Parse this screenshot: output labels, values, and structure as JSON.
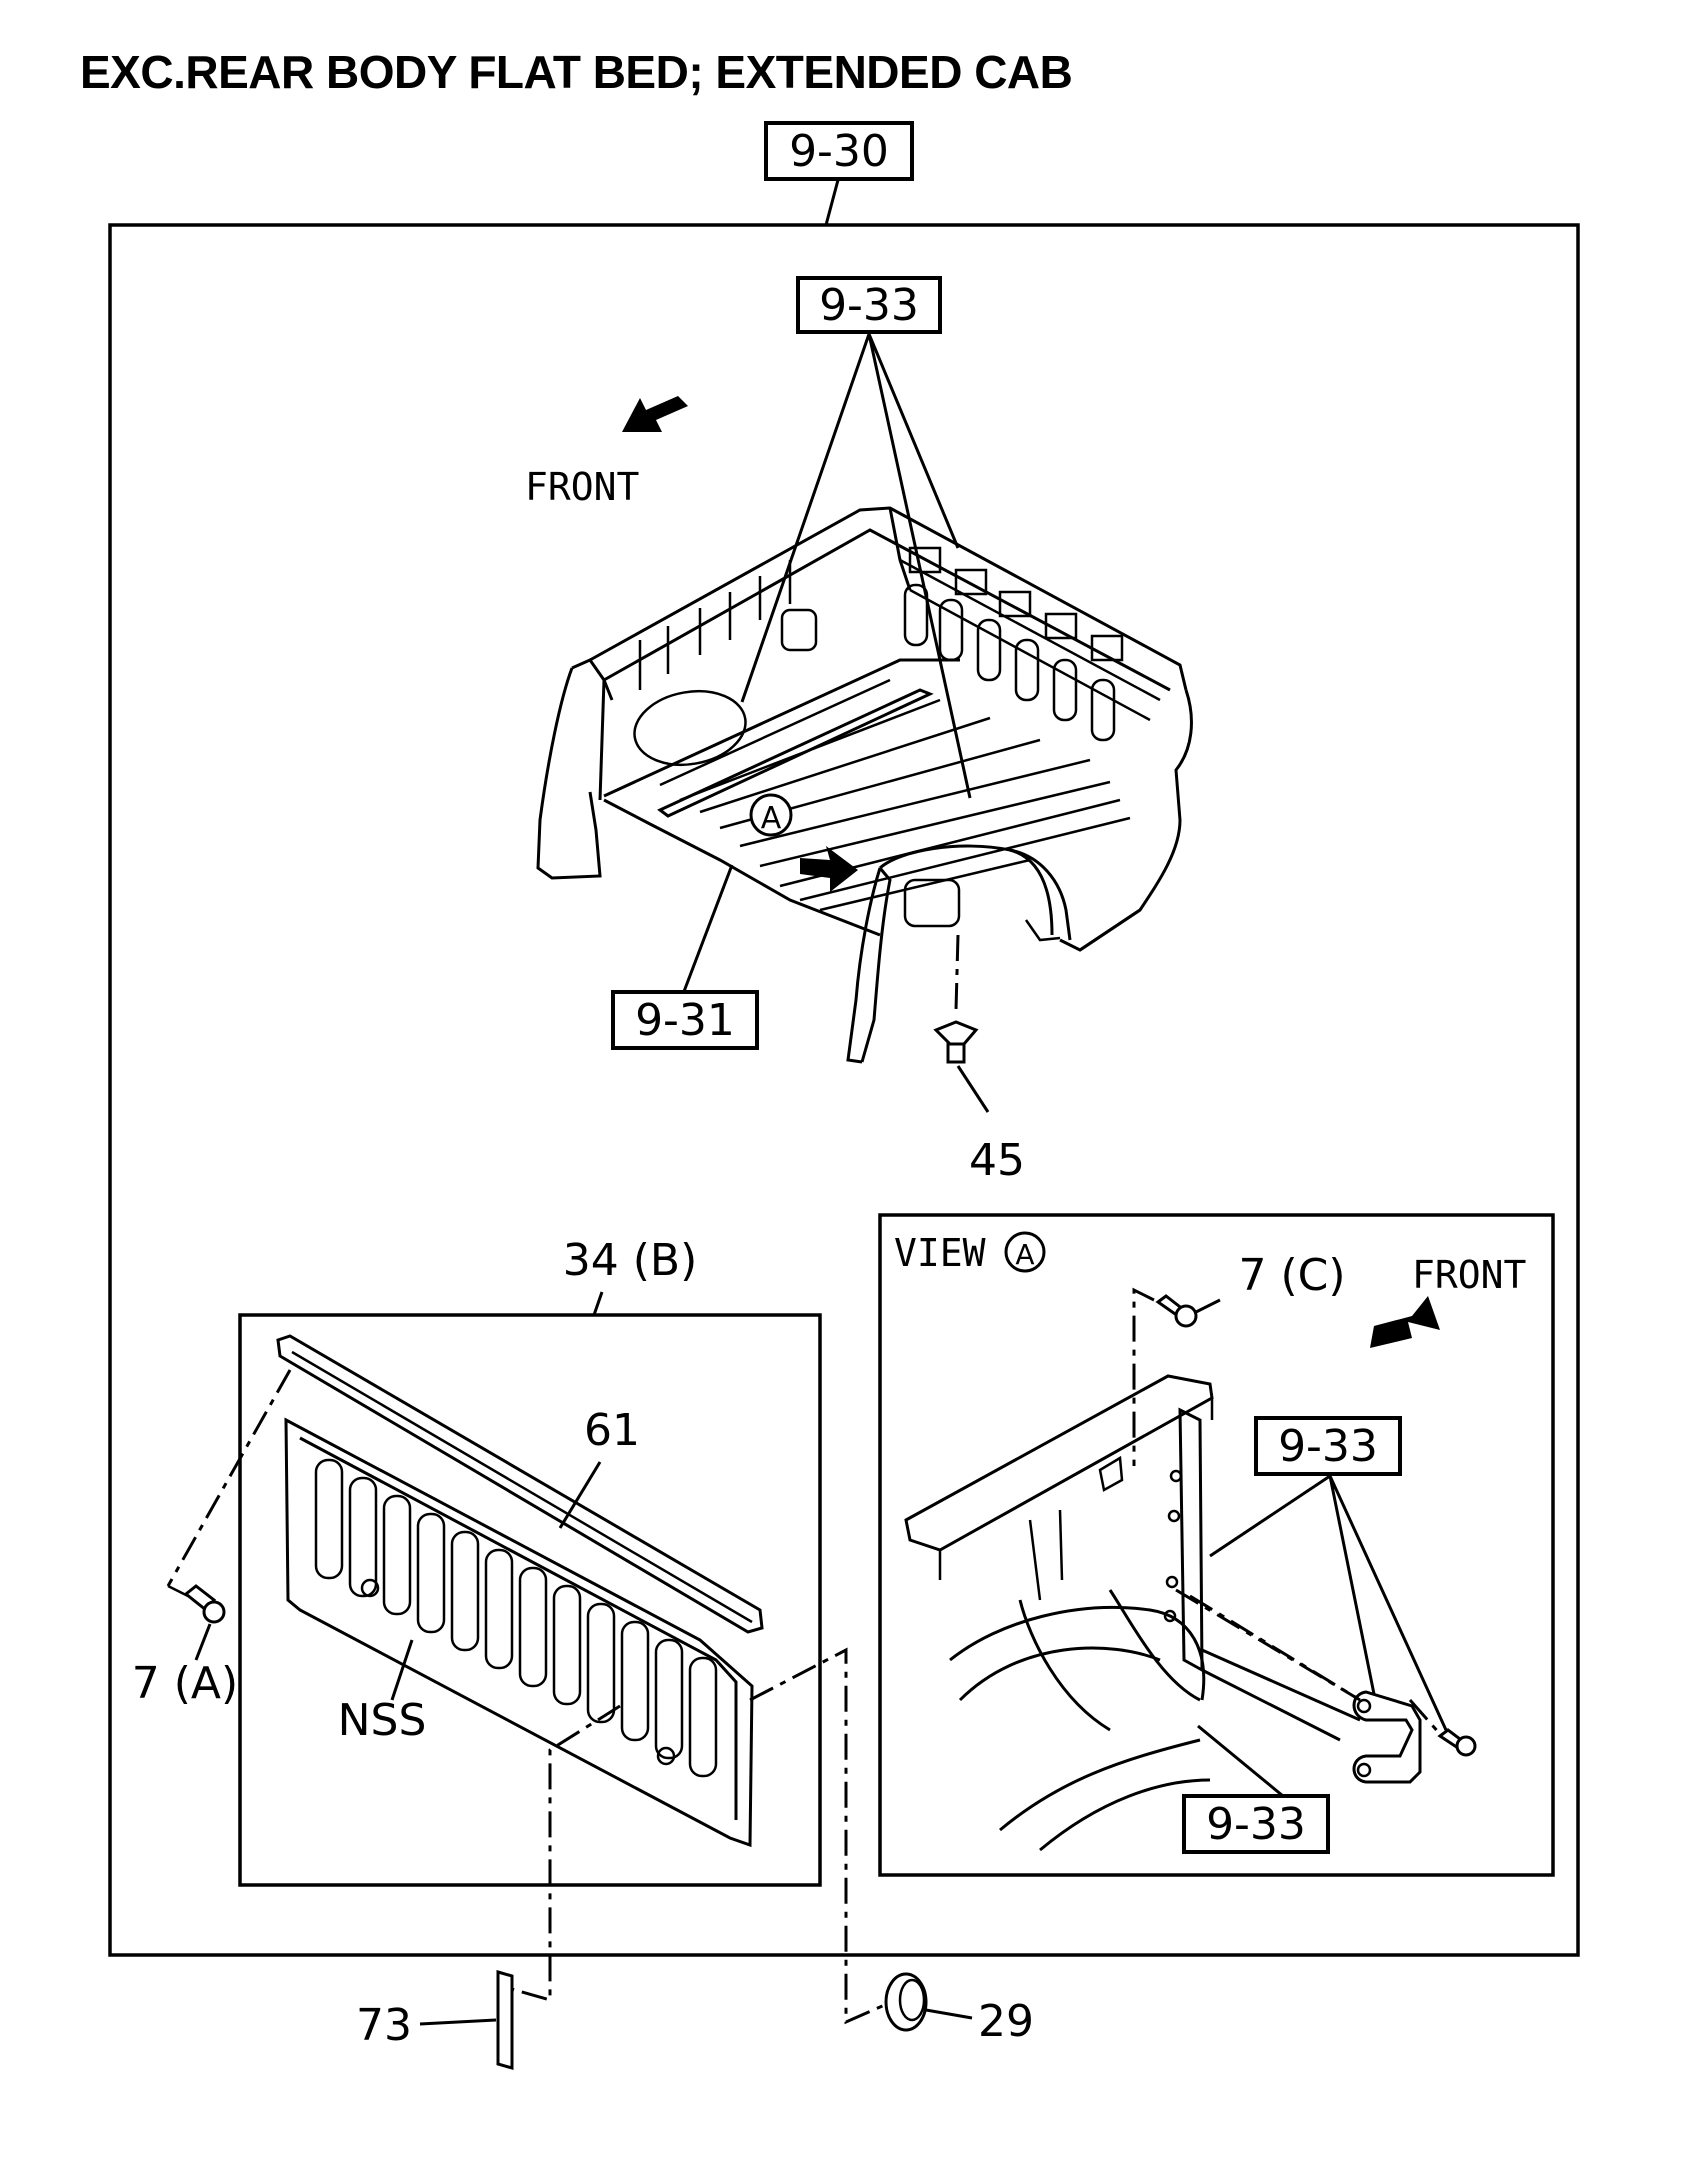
{
  "title": "EXC.REAR BODY FLAT BED; EXTENDED CAB",
  "refs": {
    "r930": "9-30",
    "r933_top": "9-33",
    "r931": "9-31",
    "r933_view1": "9-33",
    "r933_view2": "9-33"
  },
  "labels": {
    "front_top": "FRONT",
    "front_view": "FRONT",
    "view_a": "VIEW",
    "circle_a": "A",
    "p45": "45",
    "p34b": "34 (B)",
    "p61": "61",
    "p7a": "7 (A)",
    "p7c": "7 (C)",
    "nss": "NSS",
    "p73": "73",
    "p29": "29"
  },
  "icons": [
    "front-arrow-icon",
    "circle-a-icon"
  ]
}
